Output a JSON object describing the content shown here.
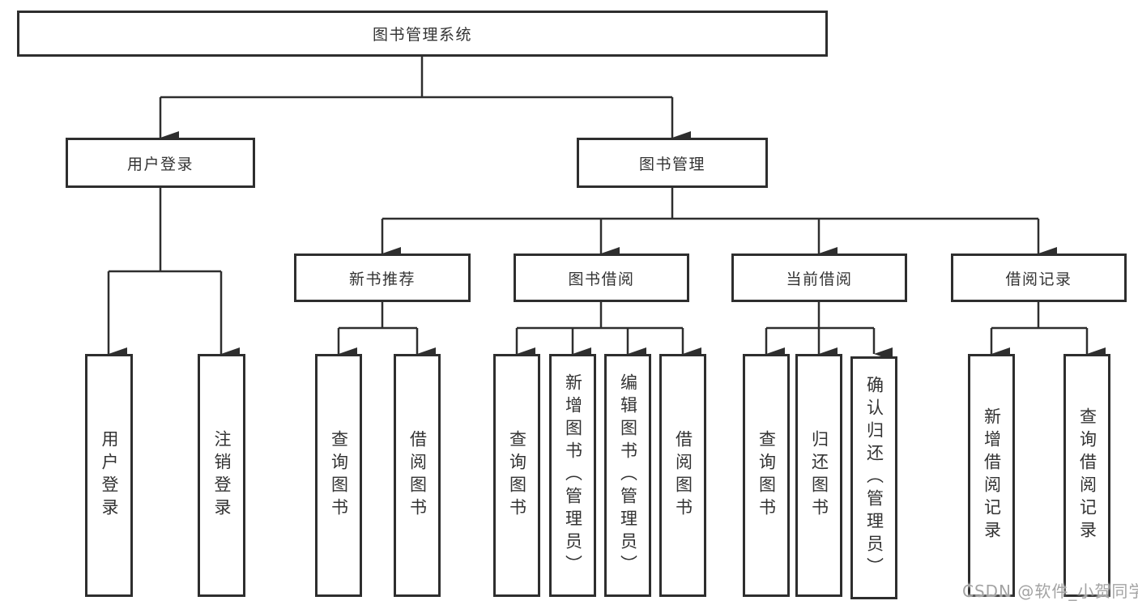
{
  "diagram": {
    "title": "library-management-system-structure",
    "root": {
      "label": "图书管理系统"
    },
    "level2": [
      {
        "id": "user-login",
        "label": "用户登录"
      },
      {
        "id": "book-management",
        "label": "图书管理"
      }
    ],
    "level3": [
      {
        "id": "new-book-recommend",
        "parent": "图书管理",
        "label": "新书推荐"
      },
      {
        "id": "book-borrow",
        "parent": "图书管理",
        "label": "图书借阅"
      },
      {
        "id": "current-borrow",
        "parent": "图书管理",
        "label": "当前借阅"
      },
      {
        "id": "borrow-records",
        "parent": "图书管理",
        "label": "借阅记录"
      }
    ],
    "leaves": [
      {
        "parent": "用户登录",
        "label": "用户登录"
      },
      {
        "parent": "用户登录",
        "label": "注销登录"
      },
      {
        "parent": "新书推荐",
        "label": "查询图书"
      },
      {
        "parent": "新书推荐",
        "label": "借阅图书"
      },
      {
        "parent": "图书借阅",
        "label": "查询图书"
      },
      {
        "parent": "图书借阅",
        "label": "新增图书（管理员）"
      },
      {
        "parent": "图书借阅",
        "label": "编辑图书（管理员）"
      },
      {
        "parent": "图书借阅",
        "label": "借阅图书"
      },
      {
        "parent": "当前借阅",
        "label": "查询图书"
      },
      {
        "parent": "当前借阅",
        "label": "归还图书"
      },
      {
        "parent": "当前借阅",
        "label": "确认归还（管理员）"
      },
      {
        "parent": "借阅记录",
        "label": "新增借阅记录"
      },
      {
        "parent": "借阅记录",
        "label": "查询借阅记录"
      }
    ]
  },
  "watermark": {
    "text": "CSDN @软件_小贺同学"
  },
  "colors": {
    "line": "#2e2e2e",
    "box_border": "#2e2e2e",
    "box_fill": "#ffffff",
    "text": "#333333",
    "watermark": "#a3a3a3",
    "background": "#ffffff"
  }
}
